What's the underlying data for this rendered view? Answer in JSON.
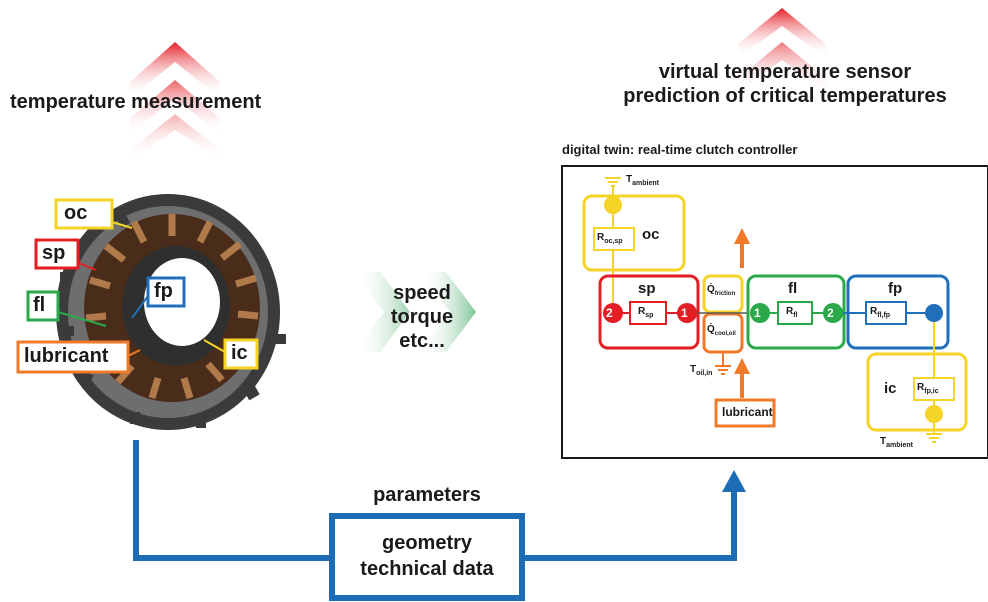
{
  "left": {
    "title": "temperature measurement",
    "labels": {
      "oc": "oc",
      "sp": "sp",
      "fl": "fl",
      "fp": "fp",
      "lubricant": "lubricant",
      "ic": "ic"
    }
  },
  "middle": {
    "line1": "speed",
    "line2": "torque",
    "line3": "etc..."
  },
  "right": {
    "title_line1": "virtual temperature sensor",
    "title_line2": "prediction of critical temperatures",
    "caption": "digital twin: real-time clutch controller"
  },
  "twin": {
    "oc": "oc",
    "sp": "sp",
    "fl": "fl",
    "fp": "fp",
    "ic": "ic",
    "t_ambient": "T",
    "t_ambient_sub": "ambient",
    "r_oc_sp": "R",
    "r_oc_sp_sub": "oc,sp",
    "r_sp": "R",
    "r_sp_sub": "sp",
    "r_fl": "R",
    "r_fl_sub": "fl",
    "r_fl_fp": "R",
    "r_fl_fp_sub": "fl,fp",
    "r_fp_ic": "R",
    "r_fp_ic_sub": "fp,ic",
    "q_friction": "Q̇",
    "q_friction_sub": "friction",
    "q_cool": "Q̇",
    "q_cool_sub": "cool,oil",
    "t_oil": "T",
    "t_oil_sub": "oil,in",
    "lubricant": "lubricant",
    "node_2": "2",
    "node_1": "1"
  },
  "bottom": {
    "parameters": "parameters",
    "box_line1": "geometry",
    "box_line2": "technical data"
  },
  "colors": {
    "red": "#e31e24",
    "yellow": "#f5d327",
    "green": "#2aa84a",
    "blue": "#1f6fba",
    "orange": "#f07a2a",
    "flow_blue": "#1c6db5"
  }
}
